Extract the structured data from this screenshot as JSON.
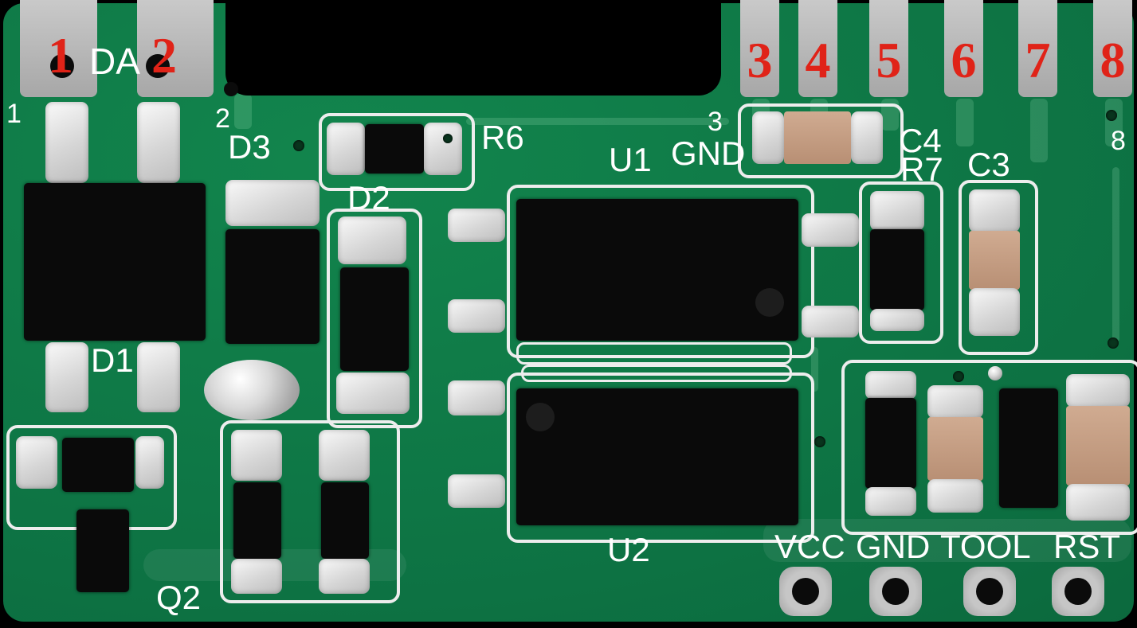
{
  "labels": {
    "da": "DA",
    "red_pins": [
      "1",
      "2",
      "3",
      "4",
      "5",
      "6",
      "7",
      "8"
    ],
    "pad_numbers": {
      "p1": "1",
      "p2": "2",
      "p3": "3",
      "p8": "8"
    },
    "components": {
      "d1": "D1",
      "d2": "D2",
      "d3": "D3",
      "q2": "Q2",
      "r6": "R6",
      "r7": "R7",
      "c3": "C3",
      "c4": "C4",
      "u1": "U1",
      "u2": "U2",
      "gnd_top": "GND"
    },
    "headers": {
      "vcc": "VCC",
      "gnd": "GND",
      "tool": "TOOL",
      "rst": "RST"
    }
  },
  "colors": {
    "board_green": "#0d7243",
    "pad_gray": "#b5b5b5",
    "annotation_red": "#e02318",
    "annotation_white": "#ffffff",
    "component_black": "#0a0a0a",
    "solder_silver": "#e3e3e3",
    "capacitor_tan": "#c7a18c"
  }
}
